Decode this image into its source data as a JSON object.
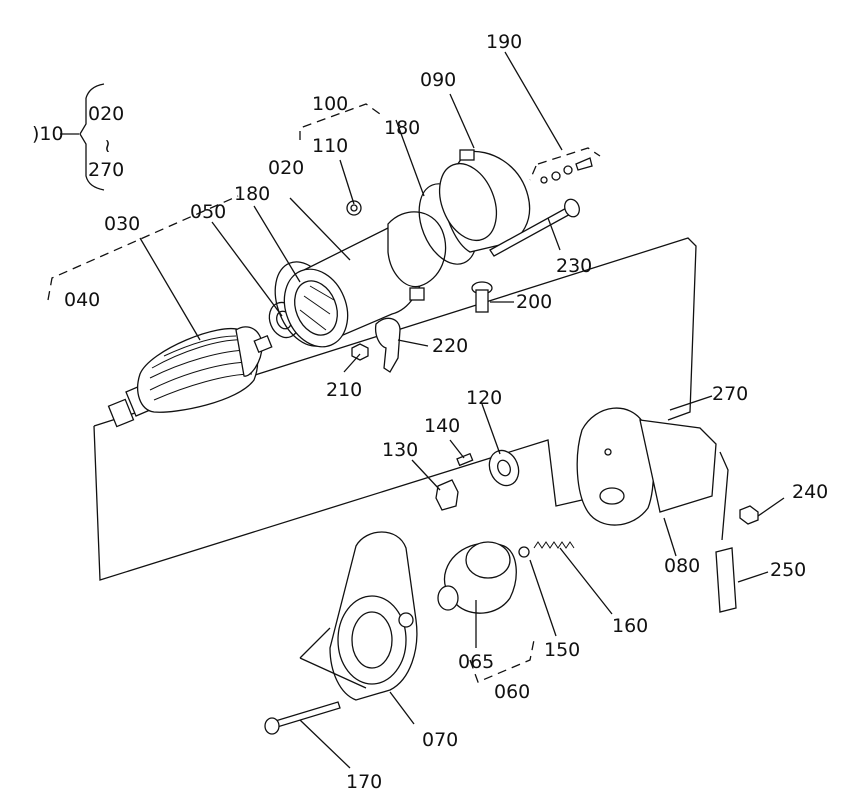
{
  "diagram": {
    "callouts": {
      "p010": ")10",
      "p020_top": "020",
      "tilde": "≀",
      "p270_top": "270",
      "p100": "100",
      "p180_a": "180",
      "p090": "090",
      "p190": "190",
      "p110": "110",
      "p020": "020",
      "p030": "030",
      "p050": "050",
      "p180_b": "180",
      "p040": "040",
      "p230": "230",
      "p200": "200",
      "p220": "220",
      "p210": "210",
      "p270": "270",
      "p140": "140",
      "p120": "120",
      "p130": "130",
      "p240": "240",
      "p080": "080",
      "p250": "250",
      "p160": "160",
      "p150": "150",
      "p065": "065",
      "p060": "060",
      "p070": "070",
      "p170": "170"
    }
  }
}
